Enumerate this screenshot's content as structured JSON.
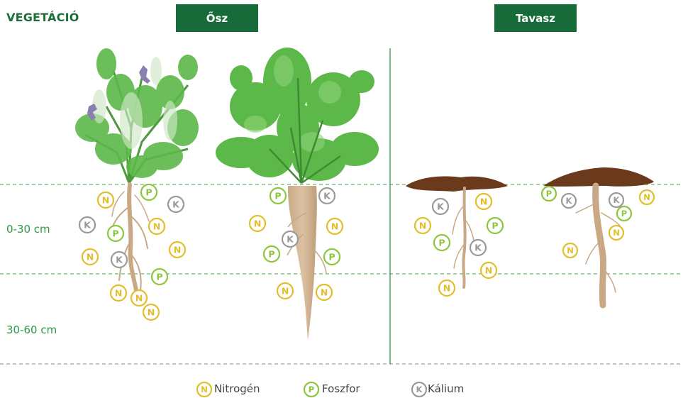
{
  "header": {
    "title": "VEGETÁCIÓ",
    "season_autumn": "Ősz",
    "season_spring": "Tavasz"
  },
  "depth_labels": {
    "top": "0-30 cm",
    "bottom": "30-60 cm"
  },
  "nutrients": {
    "N": {
      "letter": "N",
      "label": "Nitrogén",
      "color": "#e2bd2c"
    },
    "P": {
      "letter": "P",
      "label": "Foszfor",
      "color": "#8cc63e"
    },
    "K": {
      "letter": "K",
      "label": "Kálium",
      "color": "#9a9a9a"
    }
  },
  "colors": {
    "brand_green": "#176b38",
    "root": "#d2b494",
    "leaf": "#5cb848",
    "soil": "#6b3a1c"
  },
  "plants": [
    {
      "name": "autumn-plant-rapeseed",
      "season": "Ősz",
      "root": "branched",
      "leaves": "flowering",
      "markers": [
        "N",
        "P",
        "K",
        "K",
        "P",
        "N",
        "N",
        "N",
        "K",
        "P",
        "N",
        "N",
        "N"
      ]
    },
    {
      "name": "autumn-plant-radish",
      "season": "Ősz",
      "root": "taproot",
      "leaves": "broad",
      "markers": [
        "P",
        "K",
        "N",
        "N",
        "K",
        "P",
        "P",
        "N",
        "N"
      ]
    },
    {
      "name": "spring-residue-1",
      "season": "Tavasz",
      "root": "thin",
      "markers": [
        "K",
        "N",
        "N",
        "P",
        "P",
        "K",
        "N",
        "N"
      ]
    },
    {
      "name": "spring-residue-2",
      "season": "Tavasz",
      "root": "thin",
      "markers": [
        "P",
        "K",
        "K",
        "N",
        "P",
        "N",
        "N"
      ]
    }
  ]
}
